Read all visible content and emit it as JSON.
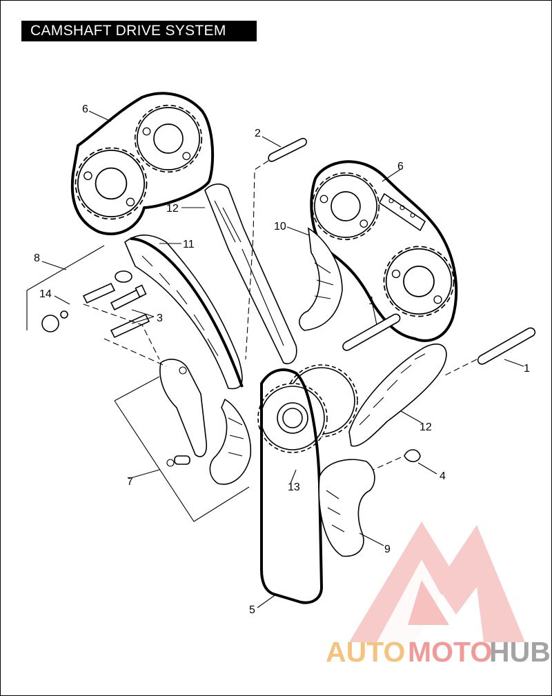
{
  "title": "CAMSHAFT DRIVE SYSTEM",
  "callouts": [
    {
      "id": "c1a",
      "label": "1"
    },
    {
      "id": "c1b",
      "label": "1"
    },
    {
      "id": "c2",
      "label": "2"
    },
    {
      "id": "c3",
      "label": "3"
    },
    {
      "id": "c4",
      "label": "4"
    },
    {
      "id": "c5",
      "label": "5"
    },
    {
      "id": "c6a",
      "label": "6"
    },
    {
      "id": "c6b",
      "label": "6"
    },
    {
      "id": "c7",
      "label": "7"
    },
    {
      "id": "c8",
      "label": "8"
    },
    {
      "id": "c9",
      "label": "9"
    },
    {
      "id": "c10",
      "label": "10"
    },
    {
      "id": "c11",
      "label": "11"
    },
    {
      "id": "c12a",
      "label": "12"
    },
    {
      "id": "c12b",
      "label": "12"
    },
    {
      "id": "c13",
      "label": "13"
    },
    {
      "id": "c14",
      "label": "14"
    }
  ],
  "watermark": {
    "part1": "AUTO",
    "part2": "MOTO",
    "part3": "HUB",
    "color1": "#f6c37e",
    "color2": "#f19a97",
    "color3": "#a3a3a3"
  }
}
